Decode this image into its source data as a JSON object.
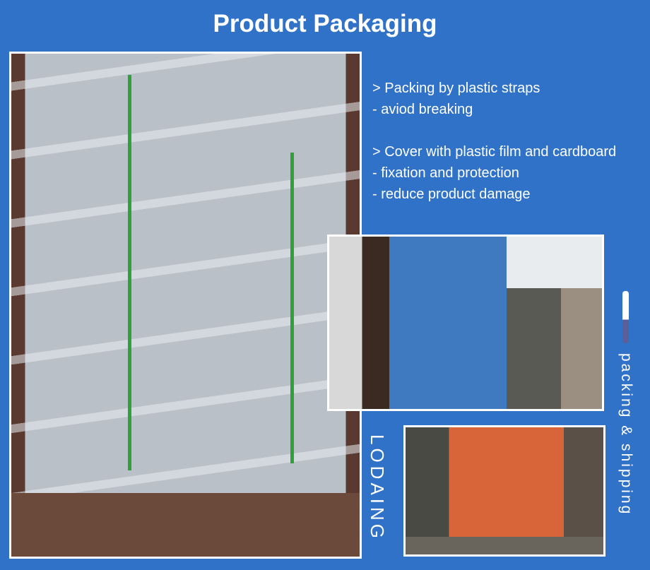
{
  "title": "Product Packaging",
  "notes": [
    "> Packing by plastic straps",
    "- aviod breaking",
    "> Cover with plastic film and cardboard",
    "- fixation and protection",
    "- reduce product damage"
  ],
  "side_labels": {
    "loading": "LODAING",
    "packing_shipping": "packing & shipping"
  },
  "colors": {
    "background": "#2f72c7",
    "text": "#ffffff"
  }
}
